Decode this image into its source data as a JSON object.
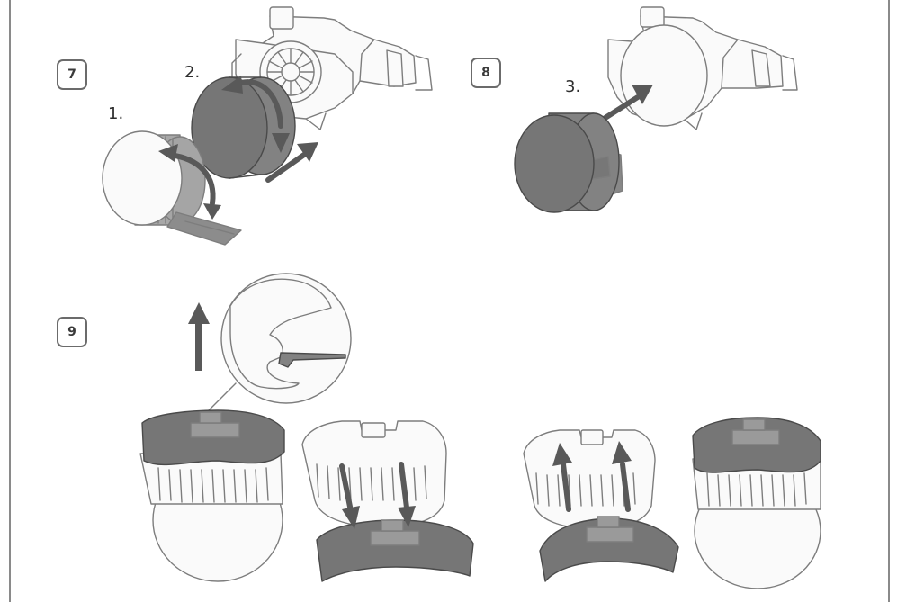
{
  "steps": [
    {
      "number": "7"
    },
    {
      "number": "8"
    },
    {
      "number": "9"
    }
  ],
  "sub_steps": [
    {
      "label": "1."
    },
    {
      "label": "2."
    },
    {
      "label": "3."
    }
  ],
  "colors": {
    "outline": "#7d7d7d",
    "filter_dark": "#767676",
    "arrow": "#595959",
    "frame": "#8a8a8a"
  }
}
